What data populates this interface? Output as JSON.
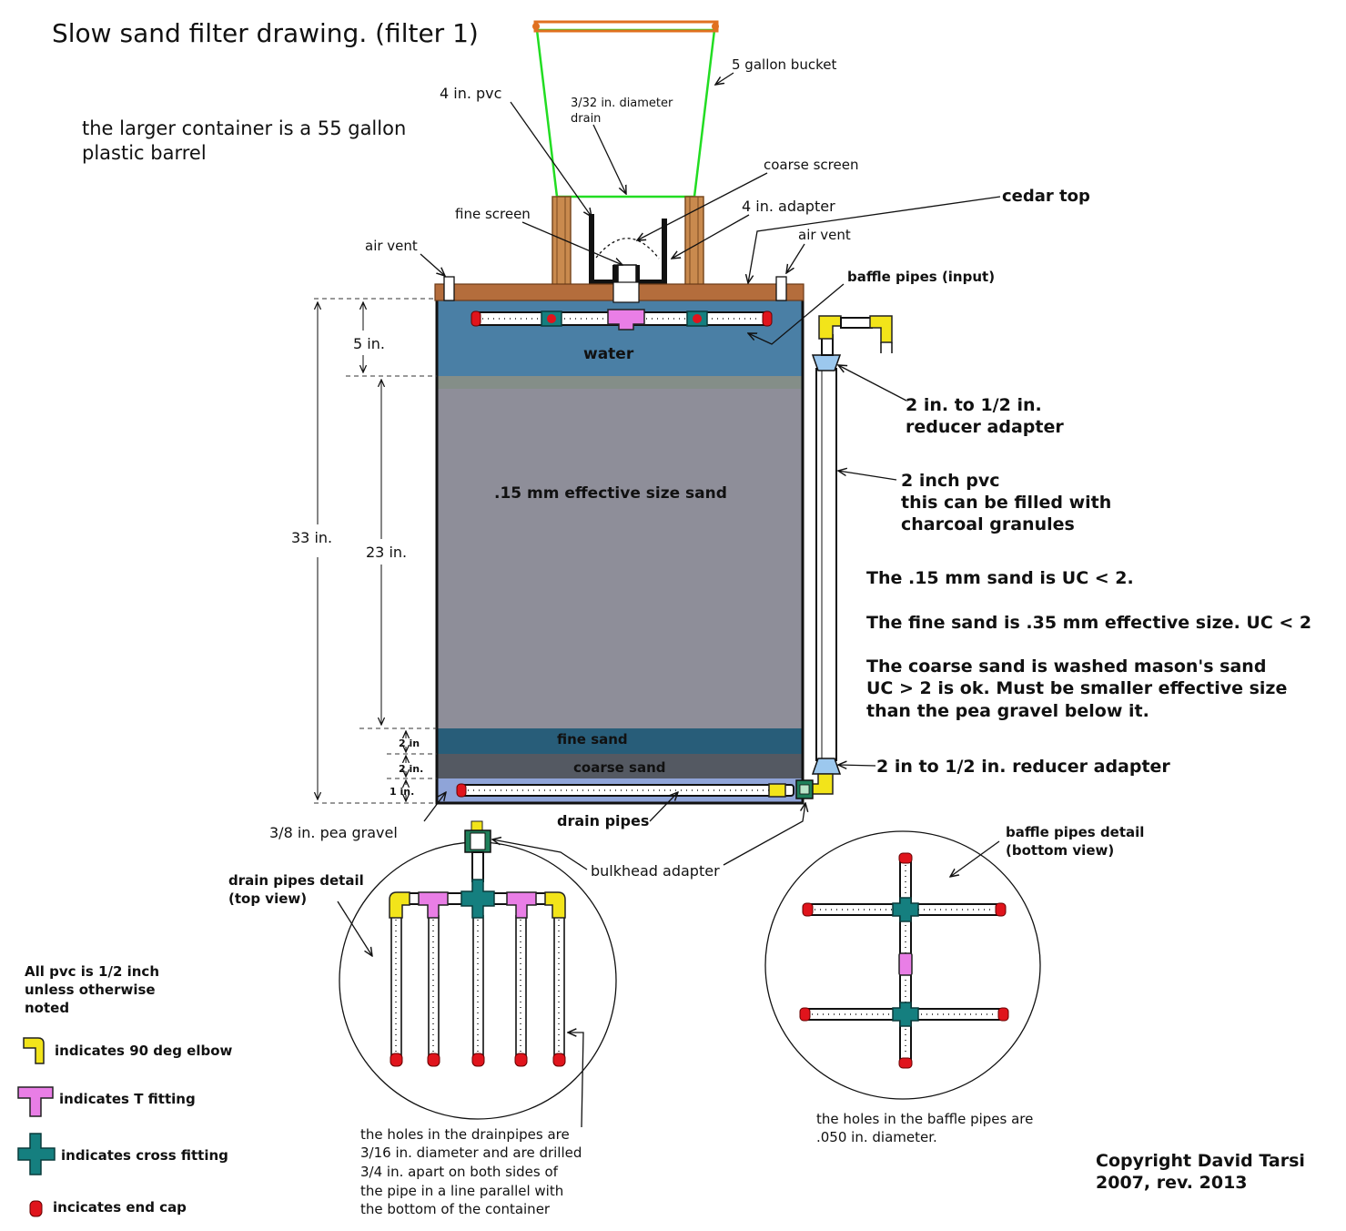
{
  "title": "Slow sand filter drawing. (filter 1)",
  "intro": [
    "the larger container is a 55 gallon",
    "plastic barrel"
  ],
  "labels": {
    "bucket": "5 gallon bucket",
    "pvc4": "4 in. pvc",
    "drain_hole": [
      "3/32 in. diameter",
      "drain"
    ],
    "coarse_screen": "coarse screen",
    "adapter4": "4 in. adapter",
    "cedar_top": "cedar top",
    "fine_screen": "fine screen",
    "air_vent_left": "air vent",
    "air_vent_right": "air vent",
    "baffle_input": "baffle pipes (input)",
    "water": "water",
    "sand_main": ".15 mm effective size sand",
    "fine_sand": "fine sand",
    "coarse_sand": "coarse sand",
    "reducer_top": [
      "2 in. to 1/2 in.",
      "reducer adapter"
    ],
    "pvc2": [
      "2 inch pvc",
      "this can be filled with",
      "charcoal granules"
    ],
    "reducer_bottom": "2 in to 1/2 in. reducer adapter",
    "pea_gravel": "3/8 in. pea gravel",
    "drain_pipes": "drain pipes",
    "bulkhead": "bulkhead adapter",
    "drain_detail": [
      "drain pipes detail",
      "(top view)"
    ],
    "baffle_detail": [
      "baffle pipes detail",
      "(bottom view)"
    ]
  },
  "dimensions": {
    "total": "33 in.",
    "water": "5 in.",
    "sand": "23 in.",
    "fine": "2 in",
    "coarse": "2 in.",
    "gravel": "1 in."
  },
  "notes": [
    [
      "The .15 mm sand is UC < 2."
    ],
    [
      "The fine sand is .35 mm effective size. UC < 2"
    ],
    [
      "The coarse sand is washed mason's sand",
      "UC > 2 is ok. Must be smaller effective size",
      "than the pea gravel below it."
    ]
  ],
  "legend": {
    "header": [
      "All pvc is 1/2 inch",
      "unless otherwise",
      "noted"
    ],
    "elbow": "indicates 90 deg elbow",
    "tee": "indicates T fitting",
    "cross": "indicates cross fitting",
    "cap": "incicates end cap"
  },
  "drain_holes_note": [
    "the holes in the drainpipes are",
    "3/16 in. diameter and are drilled",
    "3/4 in. apart on both sides of",
    "the pipe in a line parallel with",
    "the bottom of the container"
  ],
  "baffle_holes_note": [
    "the holes in the baffle pipes are",
    ".050 in. diameter."
  ],
  "copyright": [
    "Copyright David Tarsi",
    "2007, rev. 2013"
  ],
  "colors": {
    "water": "#4a7fa5",
    "sand": "#8e8e99",
    "fine_sand": "#285d79",
    "coarse_sand": "#545962",
    "gravel": "#8fa4d8",
    "cedar": "#b46d3c",
    "bucket_outline": "#22dd22",
    "bucket_rim": "#e07020",
    "elbow": "#f2e41a",
    "tee": "#e97ee6",
    "cross": "#157f7f",
    "cap": "#e0141c"
  }
}
